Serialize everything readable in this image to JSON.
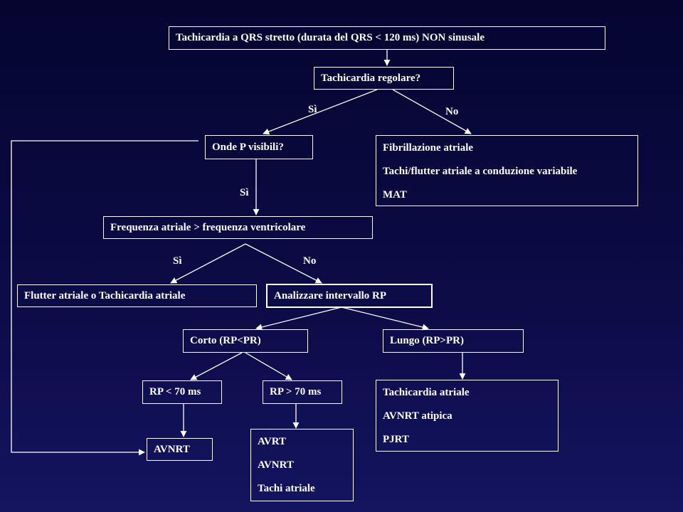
{
  "nodes": {
    "root": "Tachicardia a QRS stretto  (durata del QRS < 120 ms) NON sinusale",
    "regolare": "Tachicardia regolare?",
    "onde_p": "Onde P visibili?",
    "irregolari": [
      "Fibrillazione atriale",
      "Tachi/flutter atriale a conduzione variabile",
      "MAT"
    ],
    "frequenza": "Frequenza atriale > frequenza ventricolare",
    "flutter": "Flutter atriale o Tachicardia atriale",
    "analizzare": "Analizzare intervallo RP",
    "corto": "Corto (RP<PR)",
    "lungo": "Lungo (RP>PR)",
    "rp_lt70": "RP < 70 ms",
    "rp_gt70": "RP > 70 ms",
    "lungo_outcomes": [
      "Tachicardia atriale",
      "AVNRT atipica",
      "PJRT"
    ],
    "avnrt": "AVNRT",
    "gt70_outcomes": [
      "AVRT",
      "AVNRT",
      "Tachi atriale"
    ]
  },
  "edge_labels": {
    "regolare_si": "Sì",
    "regolare_no": "No",
    "onde_si": "Sì",
    "freq_si": "Sì",
    "freq_no": "No"
  }
}
